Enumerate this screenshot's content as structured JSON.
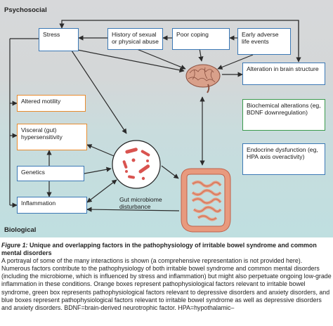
{
  "regions": {
    "top": "Psychosocial",
    "bottom": "Biological"
  },
  "boxes": {
    "stress": "Stress",
    "abuse": "History of sexual or physical abuse",
    "coping": "Poor coping",
    "early_adverse": "Early adverse life events",
    "altered_motility": "Altered motility",
    "visceral": "Visceral (gut) hypersensitivity",
    "genetics": "Genetics",
    "inflammation": "Inflammation",
    "brain_structure": "Alteration in brain structure",
    "biochemical": "Biochemical alterations (eg, BDNF downregulation)",
    "endocrine": "Endocrine dysfunction (eg, HPA axis overactivity)"
  },
  "microbiome_label": "Gut microbiome disturbance",
  "colors": {
    "psychosocial_bg": "#d7d8da",
    "biological_bg": "#bfdfe0",
    "blue": "#3b78b5",
    "orange": "#e88b2e",
    "green": "#3a9a4c",
    "arrow": "#2b2b2b",
    "brain": "#d9a08a",
    "gut": "#e89a7e",
    "bacteria": "#d9534f"
  },
  "caption": {
    "fig_num": "Figure 1:",
    "title": " Unique and overlapping factors in the pathophysiology of irritable bowel syndrome and common mental disorders",
    "body": "A portrayal of some of the many interactions is shown (a comprehensive representation is not provided here). Numerous factors contribute to the pathophysiology of both irritable bowel syndrome and common mental disorders (including the microbiome, which is influenced by stress and inflammation) but might also perpetuate ongoing low-grade inflammation in these conditions. Orange boxes represent pathophysiological factors relevant to irritable bowel syndrome, green box represents pathophysiological factors relevant to depressive disorders and anxiety disorders, and blue boxes represent pathophysiological factors relevant to irritable bowel syndrome as well as depressive disorders and anxiety disorders. BDNF=brain-derived neurotrophic factor. HPA=hypothalamic–"
  }
}
